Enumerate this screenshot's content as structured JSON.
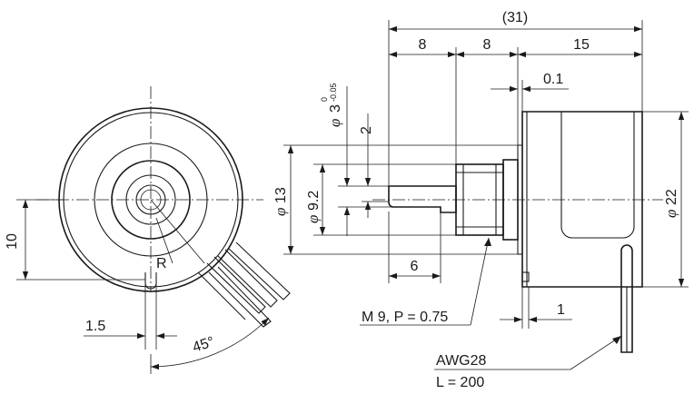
{
  "front_view": {
    "radius_label": "R",
    "dim_10": "10",
    "dim_1_5": "1.5",
    "dim_45": "45°"
  },
  "side_view": {
    "phi_symbol": "φ",
    "dim_overall": "(31)",
    "dim_8a": "8",
    "dim_8b": "8",
    "dim_15": "15",
    "dim_0_1": "0.1",
    "dim_phi3": "3",
    "dim_phi3_tol_upper": "0",
    "dim_phi3_tol_lower": "-0.05",
    "dim_2": "2",
    "dim_phi9_2": "9.2",
    "dim_phi13": "13",
    "dim_phi22": "22",
    "dim_6": "6",
    "thread": "M 9, P = 0.75",
    "dim_1": "1",
    "wire_gauge": "AWG28",
    "wire_length": "L = 200"
  }
}
